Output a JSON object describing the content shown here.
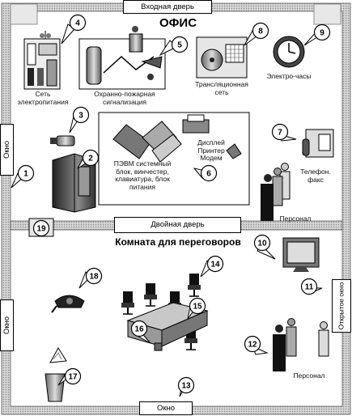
{
  "doors": {
    "entrance": "Входная дверь",
    "double": "Двойная дверь"
  },
  "rooms": {
    "office": "ОФИС",
    "meeting": "Комната для переговоров"
  },
  "windows": {
    "office_left": "Окно",
    "meeting_left": "Окно",
    "bottom": "Окно",
    "open_right": "Открытое окно"
  },
  "labels": {
    "power": "Сеть электропитания",
    "alarm": "Охранно-пожарная сигнализация",
    "broadcast": "Трансляционная сеть",
    "clock": "Электро-часы",
    "phone_fax": "Телефон. факс",
    "staff_office": "Персонал",
    "staff_meeting": "Персонал",
    "peripherals": "Дисплей Принтер Модем",
    "pc": "ПЭВМ системный блок, винчестер, клавиатура, блок питания"
  },
  "markers": [
    "1",
    "2",
    "3",
    "4",
    "5",
    "6",
    "7",
    "8",
    "9",
    "10",
    "11",
    "12",
    "13",
    "14",
    "15",
    "16",
    "17",
    "18",
    "19"
  ],
  "icons": [
    "power-panel-icon",
    "alarm-equipment-icon",
    "speaker-icon",
    "wall-clock-icon",
    "phone-fax-icon",
    "people-icon",
    "computer-icon",
    "cctv-camera-icon",
    "radiator-icon",
    "monitor-icon",
    "telephone-icon",
    "chair-icon",
    "table-icon",
    "trash-bin-icon",
    "junction-box-icon"
  ]
}
